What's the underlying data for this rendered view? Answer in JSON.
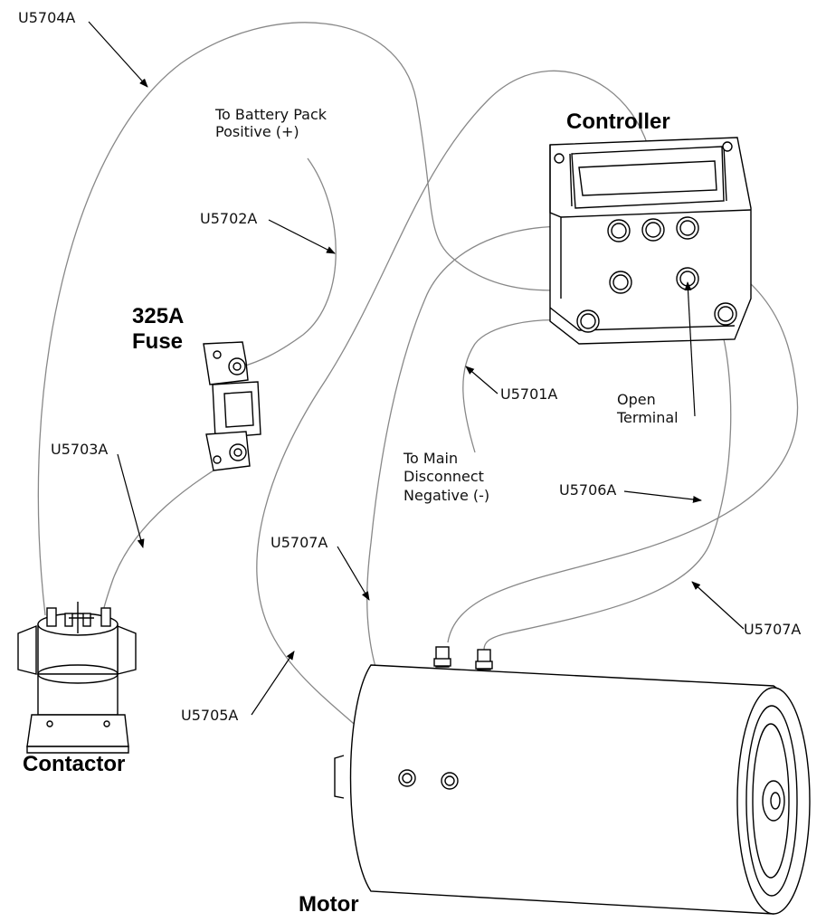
{
  "components": {
    "controller": "Controller",
    "fuse_line1": "325A",
    "fuse_line2": "Fuse",
    "contactor": "Contactor",
    "motor": "Motor"
  },
  "wires": {
    "u5704a": "U5704A",
    "u5702a": "U5702A",
    "u5703a": "U5703A",
    "u5701a": "U5701A",
    "u5706a": "U5706A",
    "u5707a_left": "U5707A",
    "u5707a_right": "U5707A",
    "u5705a": "U5705A"
  },
  "notes": {
    "battery_line1": "To Battery Pack",
    "battery_line2": "Positive  (+)",
    "main_line1": "To Main",
    "main_line2": "Disconnect",
    "main_line3": "Negative (-)",
    "open_line1": "Open",
    "open_line2": "Terminal"
  }
}
